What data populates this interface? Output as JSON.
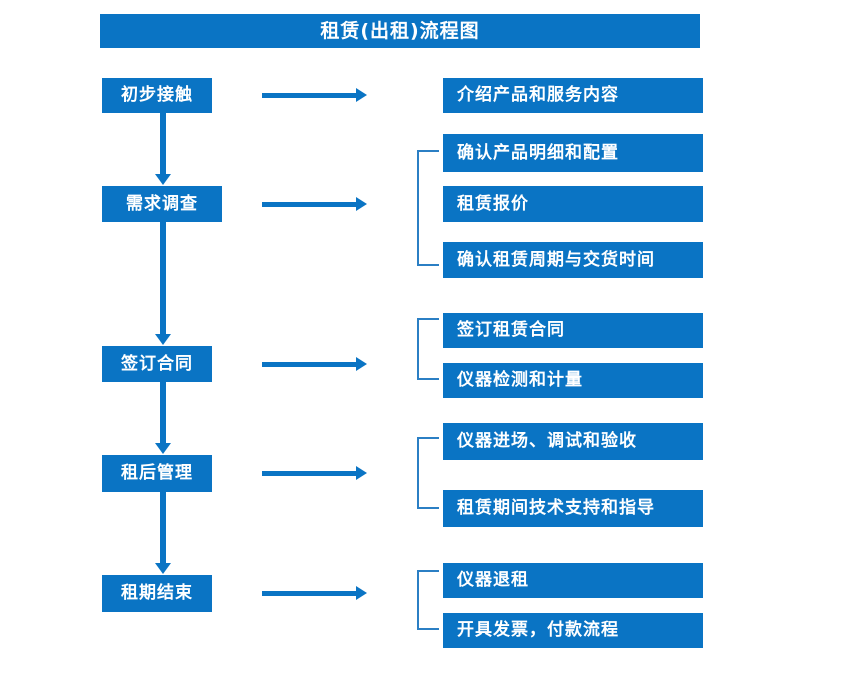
{
  "diagram": {
    "title": "租赁(出租)流程图",
    "colors": {
      "box_blue": "#0a74c4",
      "bracket_blue": "#2b7fc4",
      "text_white": "#ffffff",
      "background": "#ffffff"
    },
    "stages": [
      {
        "id": "stage-1",
        "label": "初步接触",
        "details": [
          "介绍产品和服务内容"
        ],
        "bracketed": false
      },
      {
        "id": "stage-2",
        "label": "需求调查",
        "details": [
          "确认产品明细和配置",
          "租赁报价",
          "确认租赁周期与交货时间"
        ],
        "bracketed": true
      },
      {
        "id": "stage-3",
        "label": "签订合同",
        "details": [
          "签订租赁合同",
          "仪器检测和计量"
        ],
        "bracketed": true
      },
      {
        "id": "stage-4",
        "label": "租后管理",
        "details": [
          "仪器进场、调试和验收",
          "租赁期间技术支持和指导"
        ],
        "bracketed": true
      },
      {
        "id": "stage-5",
        "label": "租期结束",
        "details": [
          "仪器退租",
          "开具发票，付款流程"
        ],
        "bracketed": true
      }
    ],
    "connectors": {
      "down_arrow_count": 4,
      "right_arrow_count": 5,
      "arrow_direction_vertical": "down",
      "arrow_direction_horizontal": "right"
    }
  }
}
